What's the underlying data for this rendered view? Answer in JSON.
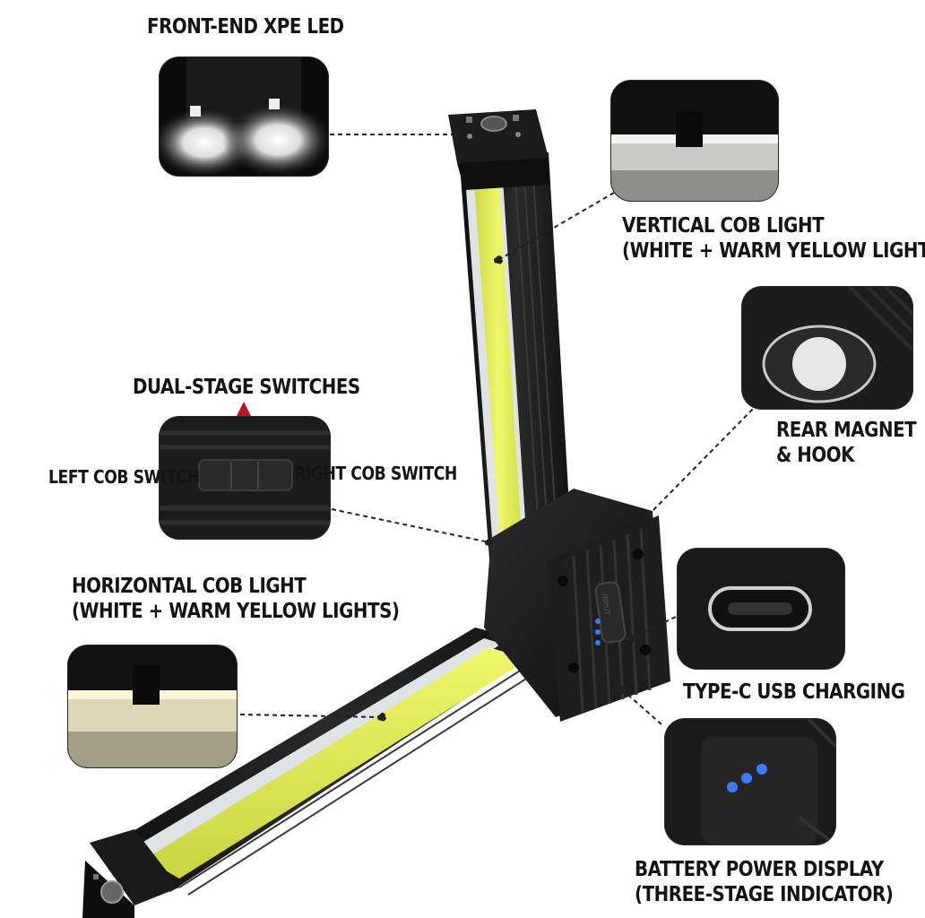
{
  "callouts": {
    "front_led": {
      "title": "FRONT-END XPE LED"
    },
    "vertical_cob": {
      "title": "VERTICAL COB LIGHT",
      "subtitle": "(WHITE + WARM YELLOW LIGHTS)"
    },
    "dual_switch": {
      "title": "DUAL-STAGE SWITCHES",
      "left": "LEFT COB SWITCH",
      "right": "RIGHT COB SWITCH"
    },
    "rear_magnet": {
      "title": "REAR MAGNET",
      "subtitle": "& HOOK"
    },
    "horizontal_cob": {
      "title": "HORIZONTAL COB LIGHT",
      "subtitle": "(WHITE + WARM YELLOW LIGHTS)"
    },
    "type_c": {
      "title": "TYPE-C USB CHARGING"
    },
    "battery": {
      "title": "BATTERY POWER DISPLAY",
      "subtitle": "(THREE-STAGE INDICATOR)"
    }
  },
  "product": {
    "port_text": "INPUT",
    "indicator_count": 3
  },
  "colors": {
    "cob_yellow": "#e4f05a",
    "body_black": "#1a1a1a",
    "indicator_blue": "#3a7bff",
    "switch_arrow": "#c0141c",
    "callout_line": "#222222"
  }
}
